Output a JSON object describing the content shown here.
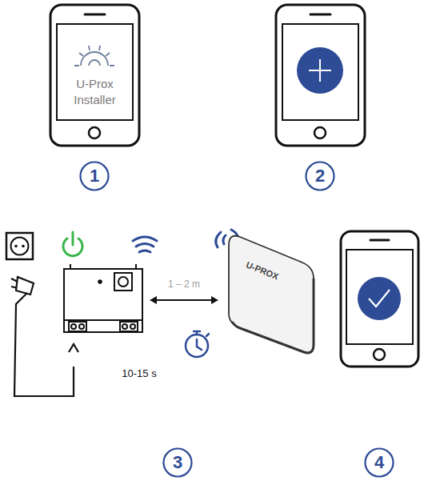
{
  "diagram": {
    "nodes": [
      {
        "text": [
          "U-Prox Installer"
        ]
      },
      {
        "text": [
          "1"
        ]
      },
      {
        "text": [
          "2"
        ]
      },
      {
        "text": [
          "U-PROX"
        ]
      },
      {
        "text": [
          "3"
        ]
      },
      {
        "text": [
          "4"
        ]
      }
    ],
    "labels": [
      "1 – 2 m",
      "10-15 s"
    ]
  }
}
